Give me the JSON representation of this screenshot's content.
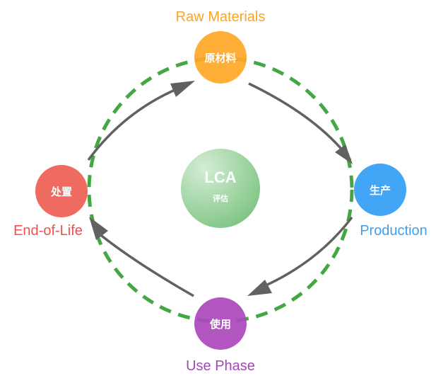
{
  "diagram": {
    "type": "lifecycle-cycle",
    "center": {
      "title": "LCA",
      "subtitle": "评估",
      "color_light": "#D4EDD5",
      "color_dark": "#7DC482"
    },
    "cycle_ring_color": "#43A843",
    "arrow_color": "#616161",
    "nodes": [
      {
        "id": "raw-materials",
        "zh": "原材料",
        "label": "Raw Materials",
        "color": "#FFA726",
        "label_color": "#FFA320"
      },
      {
        "id": "production",
        "zh": "生产",
        "label": "Production",
        "color": "#42A5F5",
        "label_color": "#3D9FEF"
      },
      {
        "id": "use-phase",
        "zh": "使用",
        "label": "Use Phase",
        "color": "#AB47BC",
        "label_color": "#A844BB"
      },
      {
        "id": "end-of-life",
        "zh": "处置",
        "label": "End-of-Life",
        "color": "#EF6A60",
        "label_color": "#EE4F4F"
      }
    ],
    "flows": [
      {
        "from": "raw-materials",
        "to": "production"
      },
      {
        "from": "production",
        "to": "use-phase"
      },
      {
        "from": "use-phase",
        "to": "end-of-life"
      },
      {
        "from": "end-of-life",
        "to": "raw-materials"
      }
    ]
  }
}
